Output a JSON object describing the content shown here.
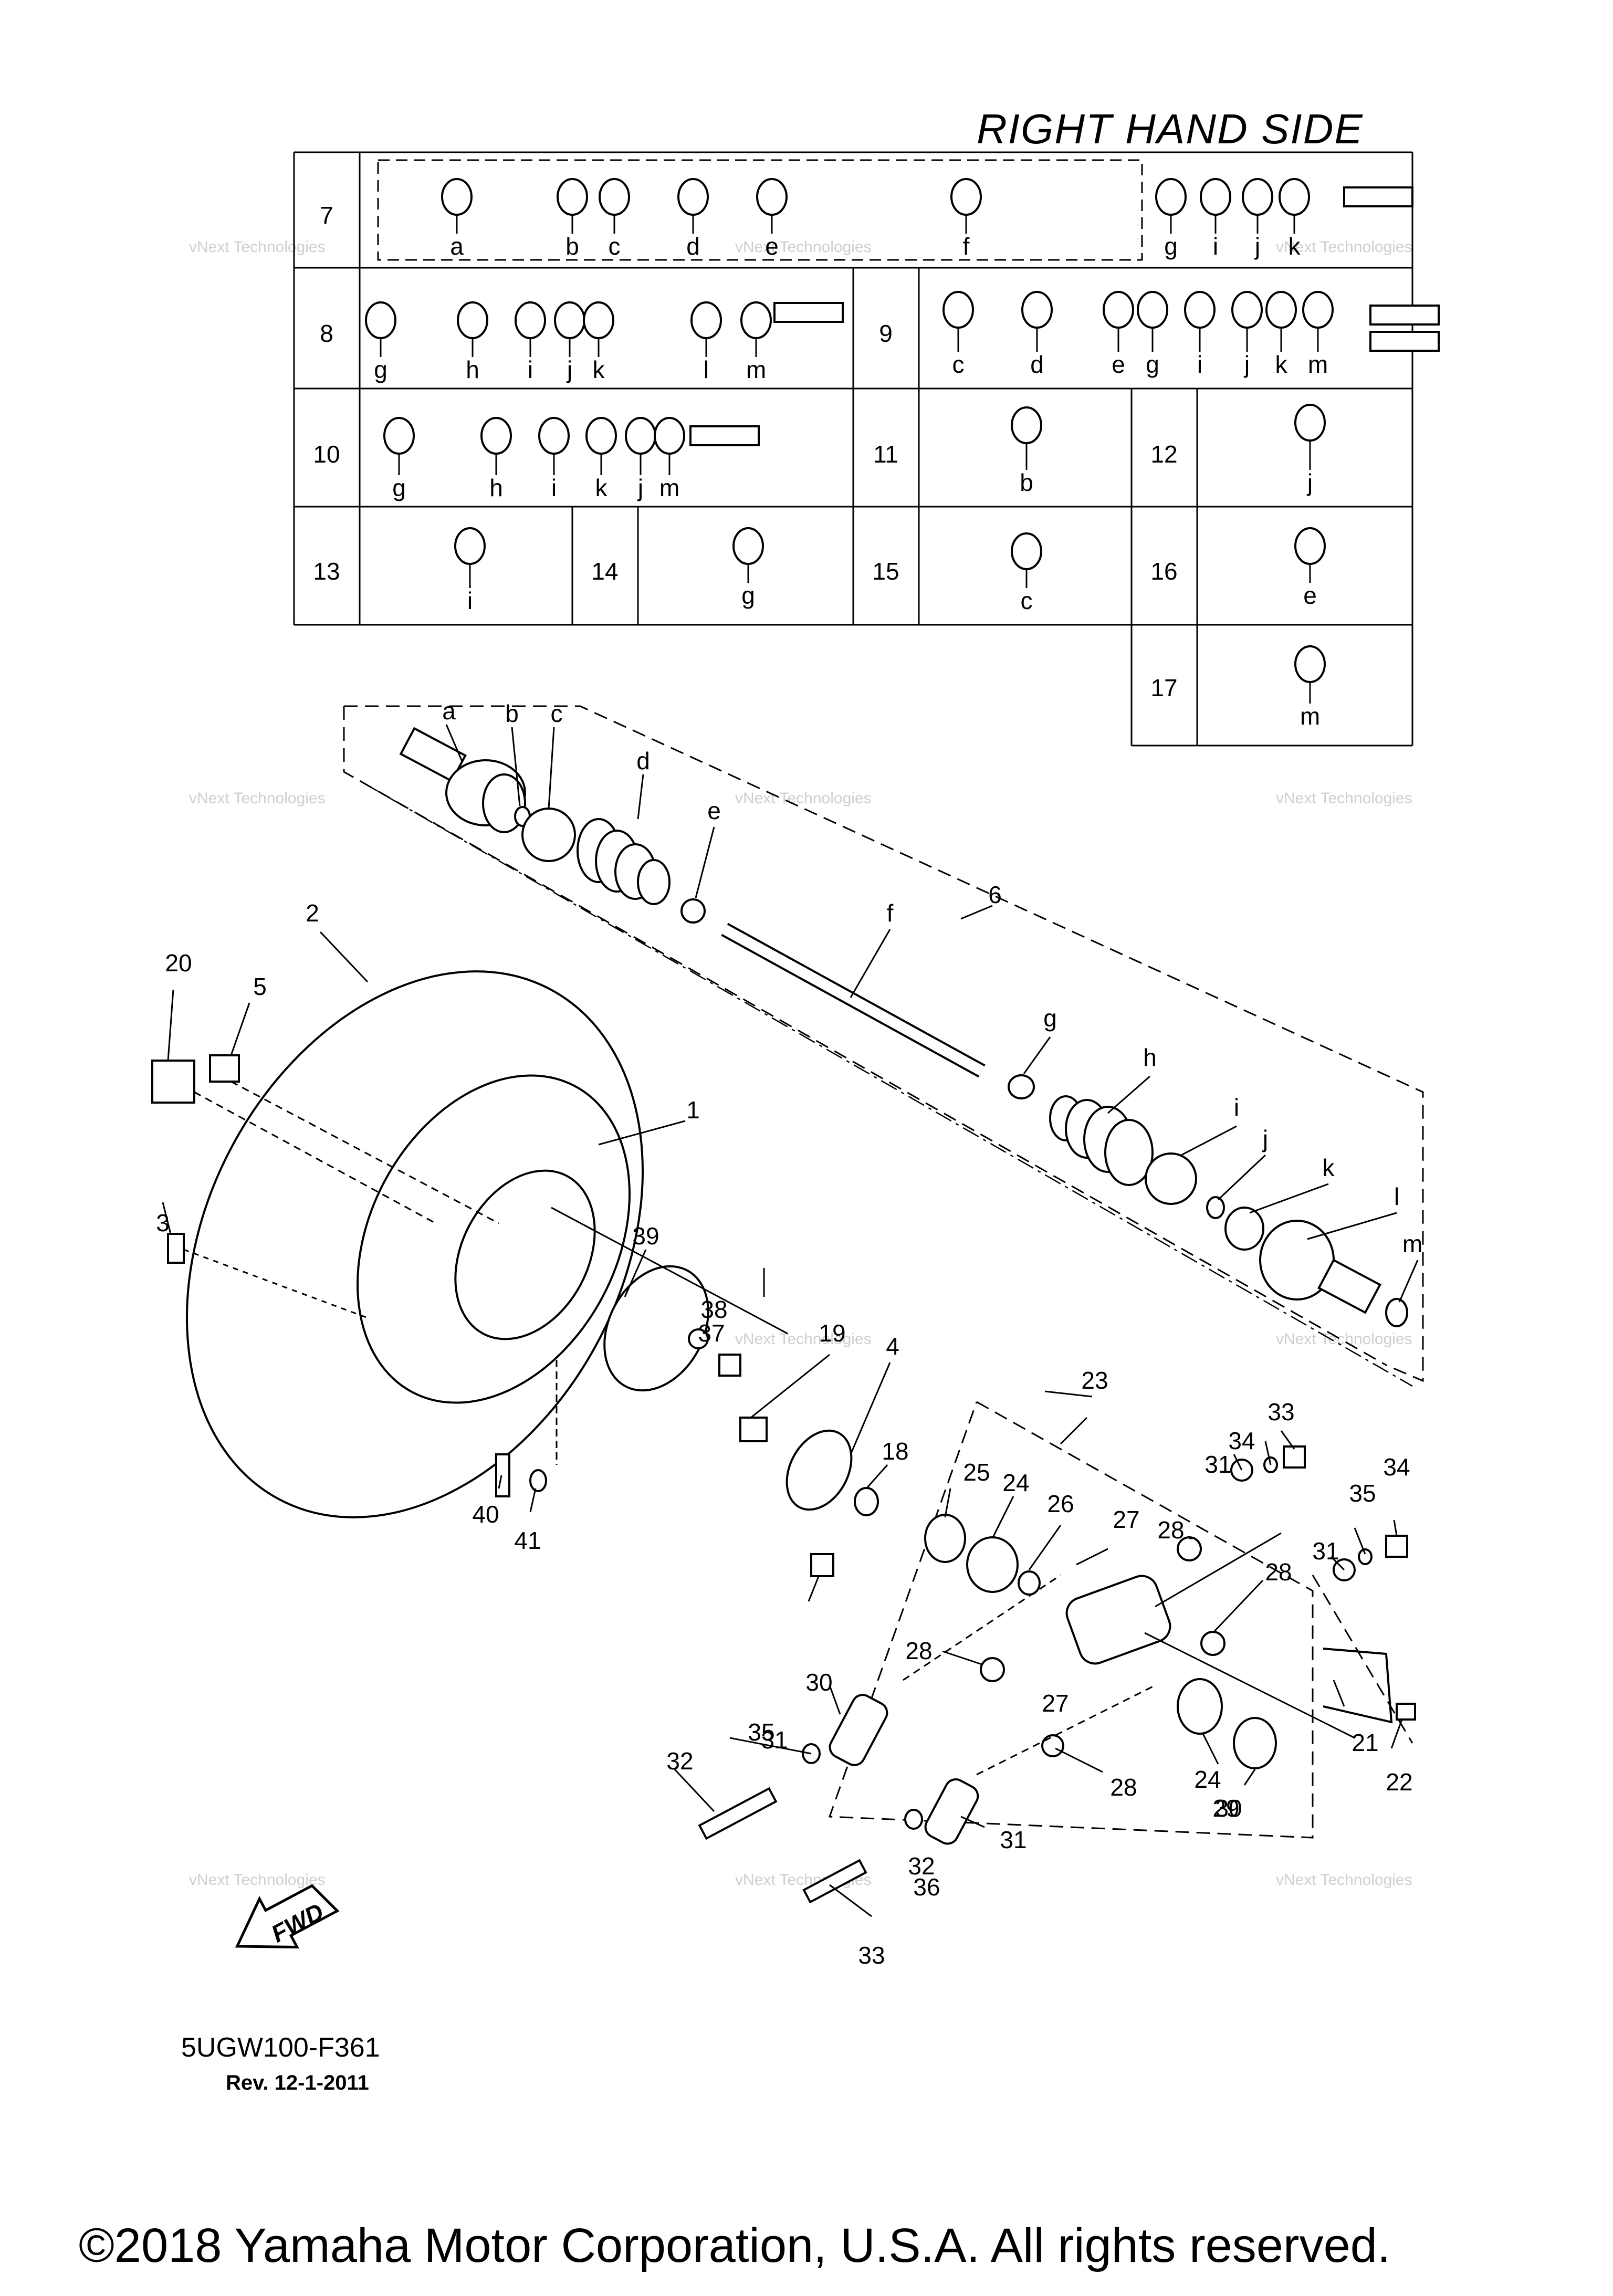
{
  "title": "RIGHT HAND SIDE",
  "watermark": "vNext Technologies",
  "doc_code": "5UGW100-F361",
  "revision": "Rev.  12-1-2011",
  "fwd_label": "FWD",
  "copyright": "©2018 Yamaha Motor Corporation, U.S.A. All rights reserved.",
  "table": {
    "rows": [
      {
        "ref": "7",
        "letters": [
          "a",
          "b",
          "c",
          "d",
          "e",
          "f",
          "g",
          "i",
          "j",
          "k"
        ]
      },
      {
        "ref": "8",
        "letters": [
          "g",
          "h",
          "i",
          "j",
          "k",
          "l",
          "m"
        ]
      },
      {
        "ref": "9",
        "letters": [
          "c",
          "d",
          "e",
          "g",
          "i",
          "j",
          "k",
          "m"
        ]
      },
      {
        "ref": "10",
        "letters": [
          "g",
          "h",
          "i",
          "k",
          "j",
          "m"
        ]
      },
      {
        "ref": "11",
        "letters": [
          "b"
        ]
      },
      {
        "ref": "12",
        "letters": [
          "j"
        ]
      },
      {
        "ref": "13",
        "letters": [
          "i"
        ]
      },
      {
        "ref": "14",
        "letters": [
          "g"
        ]
      },
      {
        "ref": "15",
        "letters": [
          "c"
        ]
      },
      {
        "ref": "16",
        "letters": [
          "e"
        ]
      },
      {
        "ref": "17",
        "letters": [
          "m"
        ]
      }
    ]
  },
  "callouts": {
    "letters": [
      "a",
      "b",
      "c",
      "d",
      "e",
      "f",
      "g",
      "h",
      "i",
      "j",
      "k",
      "l",
      "m"
    ],
    "numbers": [
      "1",
      "2",
      "3",
      "4",
      "5",
      "6",
      "18",
      "19",
      "20",
      "21",
      "22",
      "23",
      "24",
      "24",
      "25",
      "26",
      "27",
      "27",
      "28",
      "28",
      "28",
      "28",
      "29",
      "30",
      "30",
      "31",
      "31",
      "31",
      "31",
      "32",
      "32",
      "33",
      "33",
      "34",
      "34",
      "35",
      "35",
      "35",
      "36",
      "37",
      "38",
      "39",
      "40",
      "41"
    ]
  }
}
